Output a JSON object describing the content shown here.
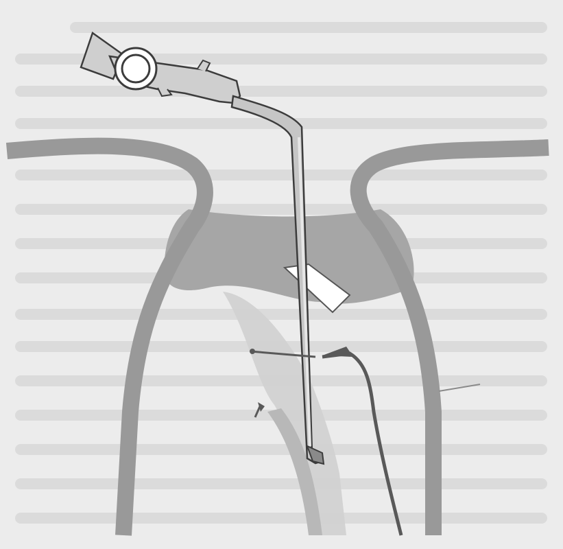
{
  "figure": {
    "colors": {
      "page_bg": "#ececec",
      "scan_text": "#d8d8d8",
      "wall": "#999999",
      "organ_fill": "#a6a6a6",
      "inner_lumen": "#d2d2d2",
      "instrument_fill": "#c6c6c6",
      "instrument_outline": "#3c3c3c",
      "wire": "#595959"
    },
    "elements": [
      "body-wall",
      "gland-mass",
      "inner-lumen",
      "endoscope-eyepiece",
      "endoscope-ring",
      "endoscope-shaft",
      "needle",
      "catheter",
      "pointer-lines"
    ]
  }
}
